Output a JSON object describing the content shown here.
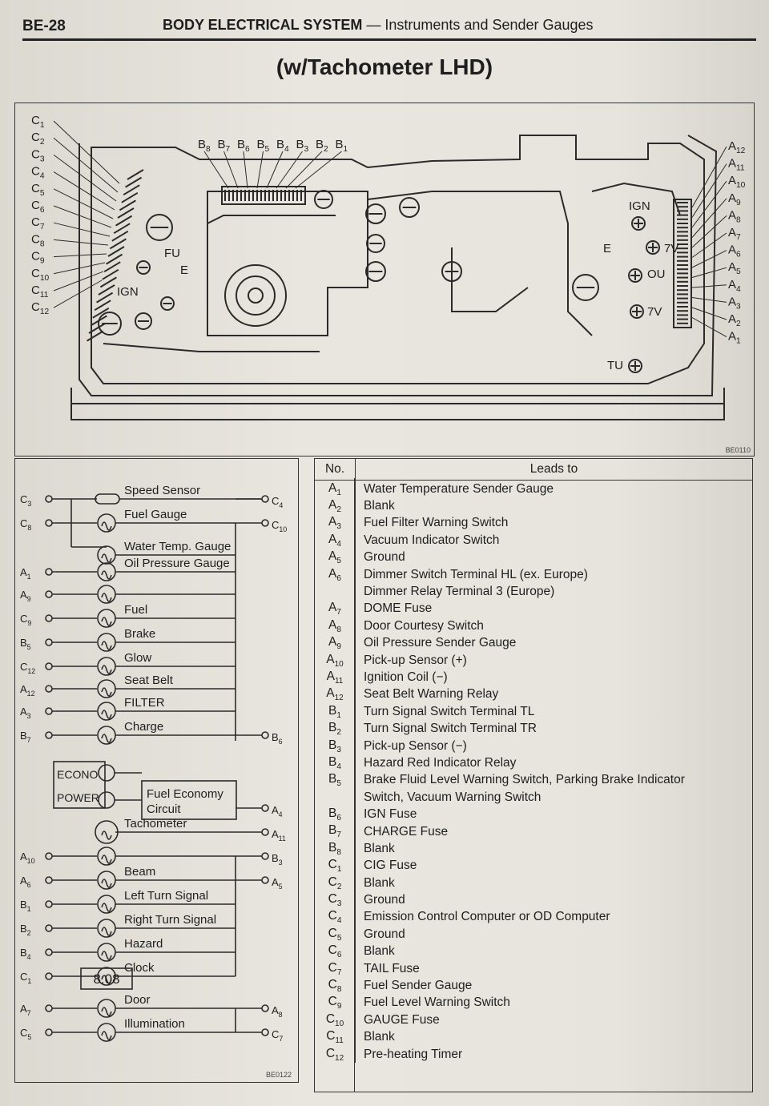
{
  "header": {
    "page_number": "BE-28",
    "title_main": "BODY ELECTRICAL SYSTEM",
    "title_sep": " — ",
    "title_sub": "Instruments and Sender Gauges"
  },
  "subtitle": "(w/Tachometer LHD)",
  "connector_diagram": {
    "code": "BE0110",
    "left_labels": [
      "C1",
      "C2",
      "C3",
      "C4",
      "C5",
      "C6",
      "C7",
      "C8",
      "C9",
      "C10",
      "C11",
      "C12"
    ],
    "top_labels": [
      "B8",
      "B7",
      "B6",
      "B5",
      "B4",
      "B3",
      "B2",
      "B1"
    ],
    "right_labels": [
      "A12",
      "A11",
      "A10",
      "A9",
      "A8",
      "A7",
      "A6",
      "A5",
      "A4",
      "A3",
      "A2",
      "A1"
    ],
    "terminal_labels": [
      "FU",
      "E",
      "IGN",
      "IGN",
      "E",
      "7V",
      "OU",
      "7V",
      "TU"
    ]
  },
  "circuit": {
    "code": "BE0122",
    "rows": [
      {
        "left": "C3",
        "label": "Speed Sensor",
        "right": "C4"
      },
      {
        "left": "C8",
        "label": "Fuel Gauge",
        "right": "C10"
      },
      {
        "left": "",
        "label": "Water Temp. Gauge",
        "right": ""
      },
      {
        "left": "A1",
        "label": "Oil Pressure Gauge",
        "right": ""
      },
      {
        "left": "A9",
        "label": "",
        "right": ""
      },
      {
        "left": "C9",
        "label": "Fuel",
        "right": ""
      },
      {
        "left": "B5",
        "label": "Brake",
        "right": ""
      },
      {
        "left": "C12",
        "label": "Glow",
        "right": ""
      },
      {
        "left": "A12",
        "label": "Seat Belt",
        "right": ""
      },
      {
        "left": "A3",
        "label": "FILTER",
        "right": ""
      },
      {
        "left": "B7",
        "label": "Charge",
        "right": "B6"
      },
      {
        "left": "",
        "label": "",
        "right": ""
      },
      {
        "left": "",
        "label": "",
        "right": "A4"
      },
      {
        "left": "",
        "label": "Tachometer",
        "right": "A11"
      },
      {
        "left": "A10",
        "label": "",
        "right": "B3"
      },
      {
        "left": "A6",
        "label": "Beam",
        "right": "A5"
      },
      {
        "left": "B1",
        "label": "Left Turn Signal",
        "right": ""
      },
      {
        "left": "B2",
        "label": "Right Turn Signal",
        "right": ""
      },
      {
        "left": "B4",
        "label": "Hazard",
        "right": ""
      },
      {
        "left": "C1",
        "label": "Clock",
        "right": ""
      },
      {
        "left": "A7",
        "label": "Door",
        "right": "A8"
      },
      {
        "left": "C5",
        "label": "Illumination",
        "right": "C7"
      }
    ],
    "econo_label": "ECONO",
    "power_label": "POWER",
    "fuel_economy_1": "Fuel Economy",
    "fuel_economy_2": "Circuit",
    "clock_display": "8:08"
  },
  "table": {
    "header_no": "No.",
    "header_leads": "Leads to",
    "rows": [
      {
        "no": "A1",
        "lead": "Water Temperature Sender Gauge"
      },
      {
        "no": "A2",
        "lead": "Blank"
      },
      {
        "no": "A3",
        "lead": "Fuel Filter Warning Switch"
      },
      {
        "no": "A4",
        "lead": "Vacuum Indicator Switch"
      },
      {
        "no": "A5",
        "lead": "Ground"
      },
      {
        "no": "A6",
        "lead": "Dimmer Switch Terminal HL (ex. Europe)"
      },
      {
        "no": "",
        "lead": "Dimmer Relay Terminal 3 (Europe)"
      },
      {
        "no": "A7",
        "lead": "DOME Fuse"
      },
      {
        "no": "A8",
        "lead": "Door Courtesy Switch"
      },
      {
        "no": "A9",
        "lead": "Oil Pressure Sender Gauge"
      },
      {
        "no": "A10",
        "lead": "Pick-up Sensor (+)"
      },
      {
        "no": "A11",
        "lead": "Ignition Coil (−)"
      },
      {
        "no": "A12",
        "lead": "Seat Belt Warning Relay"
      },
      {
        "no": "B1",
        "lead": "Turn Signal Switch Terminal TL"
      },
      {
        "no": "B2",
        "lead": "Turn Signal Switch Terminal TR"
      },
      {
        "no": "B3",
        "lead": "Pick-up Sensor (−)"
      },
      {
        "no": "B4",
        "lead": "Hazard Red Indicator Relay"
      },
      {
        "no": "B5",
        "lead": "Brake Fluid Level Warning Switch, Parking Brake Indicator"
      },
      {
        "no": "",
        "lead": "Switch, Vacuum Warning Switch"
      },
      {
        "no": "B6",
        "lead": "IGN Fuse"
      },
      {
        "no": "B7",
        "lead": "CHARGE Fuse"
      },
      {
        "no": "B8",
        "lead": "Blank"
      },
      {
        "no": "C1",
        "lead": "CIG Fuse"
      },
      {
        "no": "C2",
        "lead": "Blank"
      },
      {
        "no": "C3",
        "lead": "Ground"
      },
      {
        "no": "C4",
        "lead": "Emission Control Computer or OD Computer"
      },
      {
        "no": "C5",
        "lead": "Ground"
      },
      {
        "no": "C6",
        "lead": "Blank"
      },
      {
        "no": "C7",
        "lead": "TAIL Fuse"
      },
      {
        "no": "C8",
        "lead": "Fuel Sender Gauge"
      },
      {
        "no": "C9",
        "lead": "Fuel Level Warning Switch"
      },
      {
        "no": "C10",
        "lead": "GAUGE Fuse"
      },
      {
        "no": "C11",
        "lead": "Blank"
      },
      {
        "no": "C12",
        "lead": "Pre-heating Timer"
      }
    ]
  }
}
